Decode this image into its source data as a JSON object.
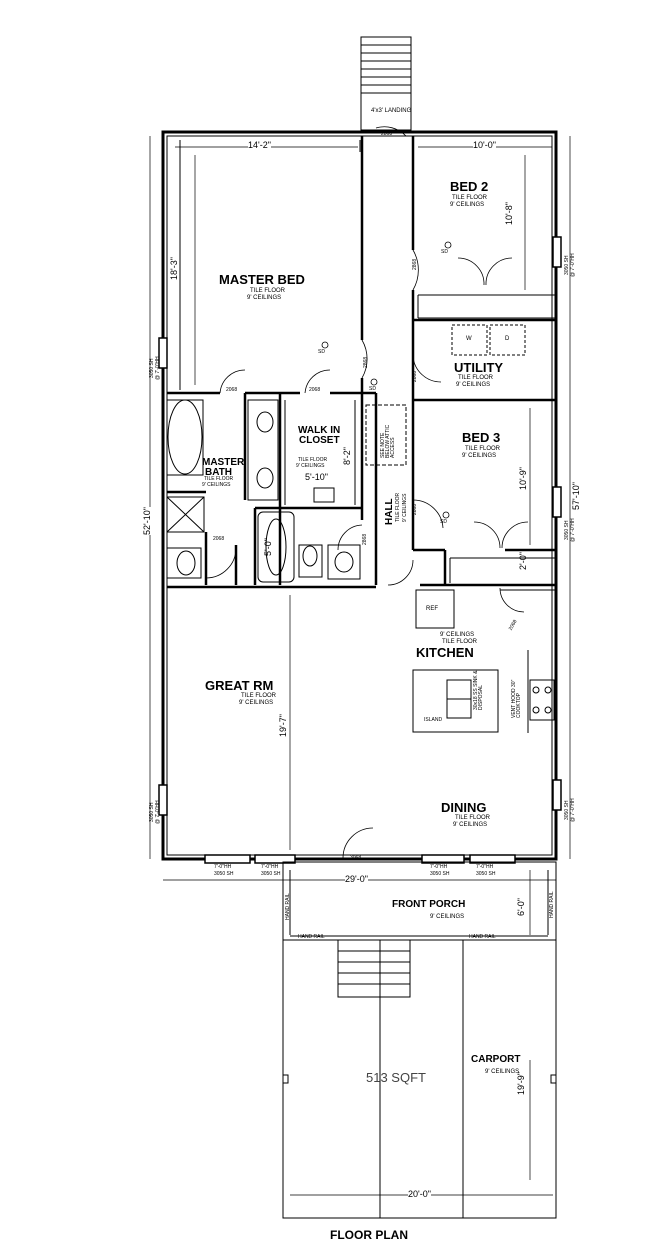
{
  "title": "FLOOR PLAN",
  "landing": "4'x3' LANDING",
  "rooms": {
    "master_bed": {
      "name": "MASTER BED",
      "floor": "TILE FLOOR",
      "ceiling": "9' CEILINGS"
    },
    "bed2": {
      "name": "BED 2",
      "floor": "TILE FLOOR",
      "ceiling": "9' CEILINGS"
    },
    "utility": {
      "name": "UTILITY",
      "floor": "TILE FLOOR",
      "ceiling": "9' CEILINGS"
    },
    "bed3": {
      "name": "BED 3",
      "floor": "TILE FLOOR",
      "ceiling": "9' CEILINGS"
    },
    "master_bath": {
      "name1": "MASTER",
      "name2": "BATH",
      "floor": "TILE FLOOR",
      "ceiling": "9' CEILINGS"
    },
    "walk_in": {
      "name1": "WALK IN",
      "name2": "CLOSET",
      "floor": "TILE FLOOR",
      "ceiling": "9' CEILINGS"
    },
    "hall": {
      "name": "HALL",
      "floor": "TILE FLOOR",
      "ceiling": "9' CEILINGS"
    },
    "kitchen": {
      "name": "KITCHEN",
      "floor": "TILE FLOOR",
      "ceiling": "9' CEILINGS"
    },
    "great_rm": {
      "name": "GREAT RM",
      "floor": "TILE FLOOR",
      "ceiling": "9' CEILINGS"
    },
    "dining": {
      "name": "DINING",
      "floor": "TILE FLOOR",
      "ceiling": "9' CEILINGS"
    },
    "front_porch": {
      "name": "FRONT PORCH",
      "ceiling": "9' CEILINGS"
    },
    "carport": {
      "name": "CARPORT",
      "ceiling": "9' CEILINGS",
      "area": "513 SQFT"
    }
  },
  "dimensions": {
    "master_width": "14'-2\"",
    "bed2_width": "10'-0\"",
    "bed2_depth": "10'-8\"",
    "master_depth": "18'-3\"",
    "closet_depth": "8'-2\"",
    "closet_width": "5'-10\"",
    "bath_tub": "5'-0\"",
    "bed3_depth": "10'-9\"",
    "offset": "2'-0\"",
    "great_depth": "19'-7\"",
    "house_depth": "52'-10\"",
    "house_width": "29'-0\"",
    "porch_depth": "6'-0\"",
    "carport_width": "20'-0\"",
    "carport_depth": "19'-9\"",
    "right_depth": "57'-10\""
  },
  "doors": {
    "d2868": "2868",
    "d2068": "2068",
    "d3068": "3068",
    "d2068_kitchen": "2068"
  },
  "windows": {
    "sh3050": "3050 SH",
    "hh": "@ 7'-0\"HH",
    "hh_short": "7'-0\"HH"
  },
  "labels": {
    "w": "W",
    "d": "D",
    "ref": "REF",
    "island": "ISLAND",
    "sink": "30x18 SS SINK & DISPOSAL",
    "vent": "VENT HOOD 30\" COOKTOP",
    "attic": "SEE NOTE BELOW ATTIC ACCESS",
    "hand_rail": "HAND RAIL",
    "sd": "SD"
  }
}
